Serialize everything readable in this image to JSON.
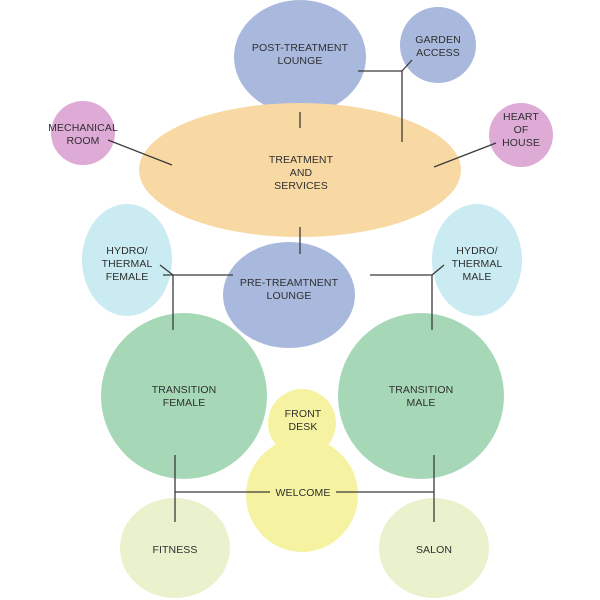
{
  "diagram": {
    "colors": {
      "blue": "#a9b9dd",
      "orange": "#f8d9a3",
      "pink": "#deaad6",
      "lightblue": "#c9ebf1",
      "green": "#a6d8b8",
      "yellow": "#f5f3a1",
      "lightgreen": "#e9f2cc",
      "line": "#3a3a3a",
      "text": "#2f2f2f"
    },
    "nodes": {
      "post_treatment_lounge": {
        "lines": [
          "POST-TREATMENT",
          "LOUNGE"
        ],
        "color": "blue"
      },
      "garden_access": {
        "lines": [
          "GARDEN",
          "ACCESS"
        ],
        "color": "blue"
      },
      "mechanical_room": {
        "lines": [
          "MECHANICAL",
          "ROOM"
        ],
        "color": "pink"
      },
      "heart_of_house": {
        "lines": [
          "HEART",
          "OF",
          "HOUSE"
        ],
        "color": "pink"
      },
      "treatment_and_services": {
        "lines": [
          "TREATMENT",
          "AND",
          "SERVICES"
        ],
        "color": "orange"
      },
      "hydro_thermal_female": {
        "lines": [
          "HYDRO/",
          "THERMAL",
          "FEMALE"
        ],
        "color": "lightblue"
      },
      "hydro_thermal_male": {
        "lines": [
          "HYDRO/",
          "THERMAL",
          "MALE"
        ],
        "color": "lightblue"
      },
      "pre_treatment_lounge": {
        "lines": [
          "PRE-TREAMTNENT",
          "LOUNGE"
        ],
        "color": "blue"
      },
      "transition_female": {
        "lines": [
          "TRANSITION",
          "FEMALE"
        ],
        "color": "green"
      },
      "transition_male": {
        "lines": [
          "TRANSITION",
          "MALE"
        ],
        "color": "green"
      },
      "welcome": {
        "lines": [
          "WELCOME"
        ],
        "color": "yellow"
      },
      "front_desk": {
        "lines": [
          "FRONT",
          "DESK"
        ],
        "color": "yellow"
      },
      "fitness": {
        "lines": [
          "FITNESS"
        ],
        "color": "lightgreen"
      },
      "salon": {
        "lines": [
          "SALON"
        ],
        "color": "lightgreen"
      }
    }
  }
}
